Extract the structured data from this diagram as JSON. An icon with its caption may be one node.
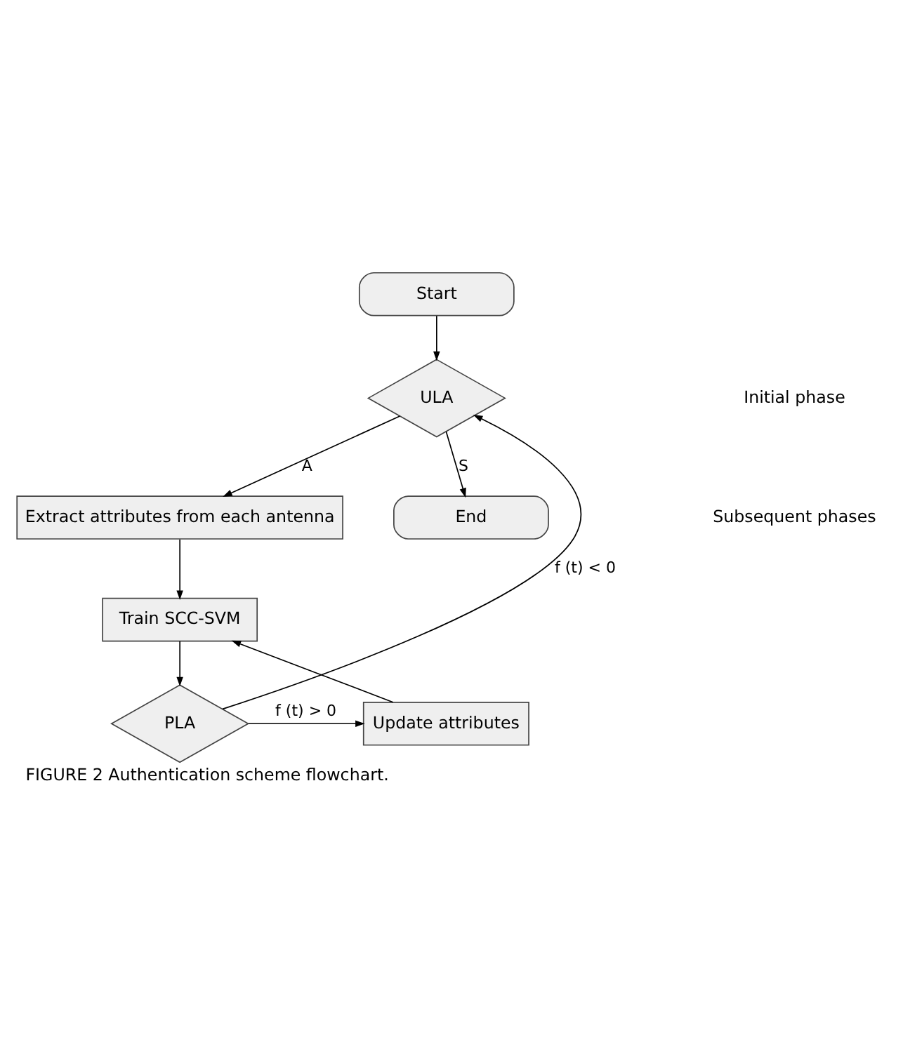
{
  "diagram": {
    "caption": "FIGURE 2 Authentication scheme flowchart.",
    "nodes": [
      {
        "text": [
          "Start"
        ]
      },
      {
        "text": [
          "ULA"
        ]
      },
      {
        "text": [
          "Extract attributes from each antenna"
        ]
      },
      {
        "text": [
          "Train SCC-SVM"
        ]
      },
      {
        "text": [
          "PLA"
        ]
      },
      {
        "text": [
          "Update attributes"
        ]
      },
      {
        "text": [
          "End"
        ]
      }
    ],
    "edges": [
      {
        "from": 0,
        "to": 1,
        "arrow": "to"
      },
      {
        "from": 1,
        "to": 2,
        "arrow": "to",
        "label": "A"
      },
      {
        "from": 1,
        "to": 6,
        "arrow": "to",
        "label": "S"
      },
      {
        "from": 2,
        "to": 3,
        "arrow": "to"
      },
      {
        "from": 3,
        "to": 4,
        "arrow": "to"
      },
      {
        "from": 4,
        "to": 1,
        "arrow": "to",
        "label": "f (t) < 0"
      },
      {
        "from": 4,
        "to": 5,
        "arrow": "to",
        "label": "f (t) > 0"
      },
      {
        "from": 5,
        "to": 3,
        "arrow": "to"
      }
    ],
    "labels": [
      "Initial phase",
      "Subsequent phases"
    ]
  }
}
